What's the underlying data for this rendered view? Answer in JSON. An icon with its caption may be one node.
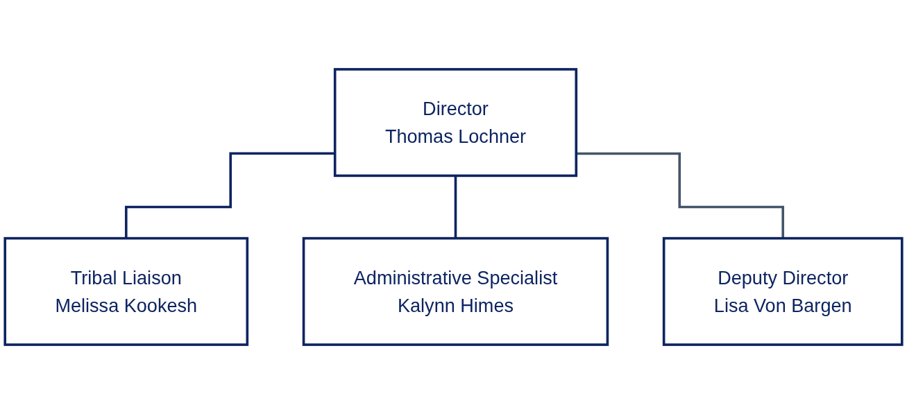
{
  "diagram": {
    "nodes": [
      {
        "text": [
          "Director",
          "Thomas Lochner"
        ]
      },
      {
        "text": [
          "Tribal Liaison",
          "Melissa Kookesh"
        ]
      },
      {
        "text": [
          "Administrative Specialist",
          "Kalynn Himes"
        ]
      },
      {
        "text": [
          "Deputy Director",
          "Lisa Von Bargen"
        ]
      }
    ],
    "edges": [
      {
        "from": 0,
        "to": 1,
        "arrow": "none"
      },
      {
        "from": 0,
        "to": 2,
        "arrow": "none"
      },
      {
        "from": 0,
        "to": 3,
        "arrow": "none",
        "color": "#44546a"
      }
    ]
  }
}
